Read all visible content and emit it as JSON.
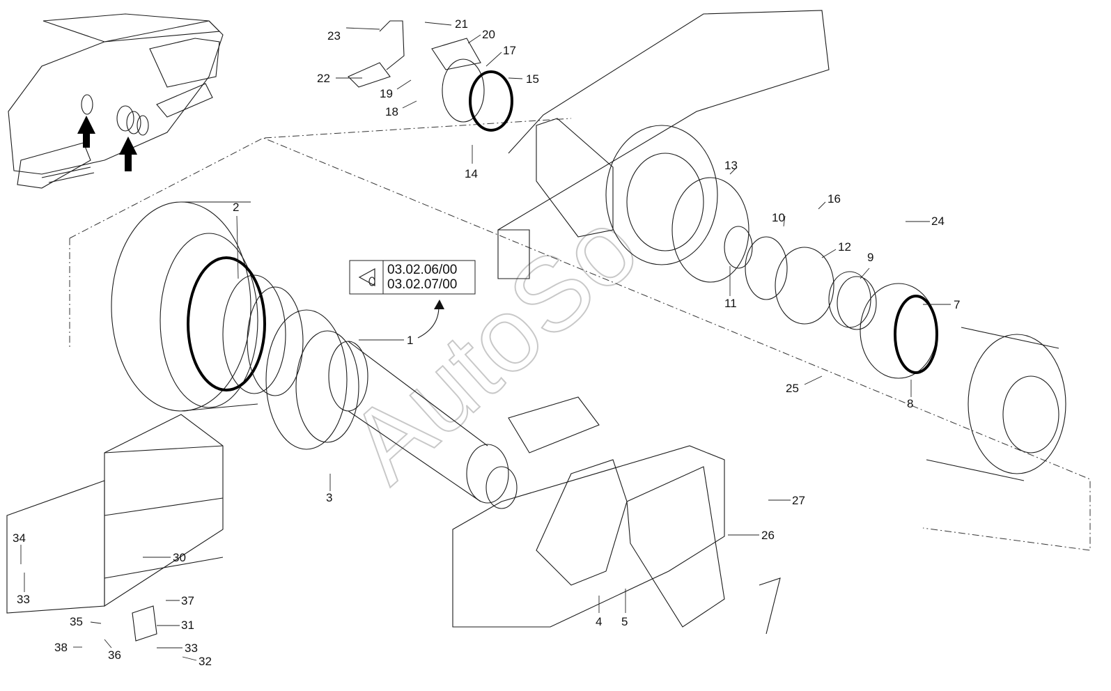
{
  "diagram": {
    "reference": {
      "line1": "03.02.06/00",
      "line2": "03.02.07/00"
    },
    "watermark": "AutoSo",
    "arrows": {
      "icon": "upward-arrow-icon",
      "count": 2
    },
    "callouts": [
      {
        "id": "c23",
        "label": "23"
      },
      {
        "id": "c21",
        "label": "21"
      },
      {
        "id": "c20",
        "label": "20"
      },
      {
        "id": "c17",
        "label": "17"
      },
      {
        "id": "c22",
        "label": "22"
      },
      {
        "id": "c19",
        "label": "19"
      },
      {
        "id": "c15",
        "label": "15"
      },
      {
        "id": "c18",
        "label": "18"
      },
      {
        "id": "c14",
        "label": "14"
      },
      {
        "id": "c13",
        "label": "13"
      },
      {
        "id": "c16",
        "label": "16"
      },
      {
        "id": "c24",
        "label": "24"
      },
      {
        "id": "c10",
        "label": "10"
      },
      {
        "id": "c12",
        "label": "12"
      },
      {
        "id": "c9",
        "label": "9"
      },
      {
        "id": "c2",
        "label": "2"
      },
      {
        "id": "c11",
        "label": "11"
      },
      {
        "id": "c7",
        "label": "7"
      },
      {
        "id": "c1",
        "label": "1"
      },
      {
        "id": "c25",
        "label": "25"
      },
      {
        "id": "c8",
        "label": "8"
      },
      {
        "id": "c3",
        "label": "3"
      },
      {
        "id": "c27",
        "label": "27"
      },
      {
        "id": "c26",
        "label": "26"
      },
      {
        "id": "c34",
        "label": "34"
      },
      {
        "id": "c30",
        "label": "30"
      },
      {
        "id": "c33a",
        "label": "33"
      },
      {
        "id": "c37",
        "label": "37"
      },
      {
        "id": "c35",
        "label": "35"
      },
      {
        "id": "c31",
        "label": "31"
      },
      {
        "id": "c4",
        "label": "4"
      },
      {
        "id": "c5",
        "label": "5"
      },
      {
        "id": "c38",
        "label": "38"
      },
      {
        "id": "c36",
        "label": "36"
      },
      {
        "id": "c33b",
        "label": "33"
      },
      {
        "id": "c32",
        "label": "32"
      }
    ]
  }
}
